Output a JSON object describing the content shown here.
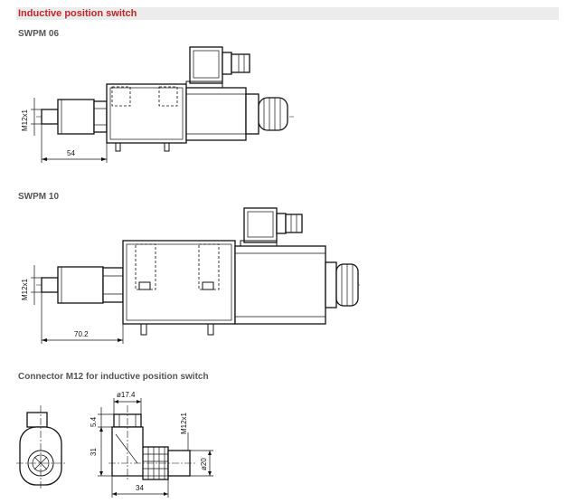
{
  "header": {
    "title": "Inductive position switch"
  },
  "sections": {
    "swpm06": {
      "label": "SWPM 06",
      "dim_thread": "M12x1",
      "dim_length": "54"
    },
    "swpm10": {
      "label": "SWPM 10",
      "dim_thread": "M12x1",
      "dim_length": "70.2"
    },
    "connector": {
      "label": "Connector M12 for inductive position switch",
      "dim_diameter_top": "ø17.4",
      "dim_top_height": "5.4",
      "dim_height": "31",
      "dim_width": "34",
      "dim_thread": "M12x1",
      "dim_diameter": "ø20"
    }
  }
}
